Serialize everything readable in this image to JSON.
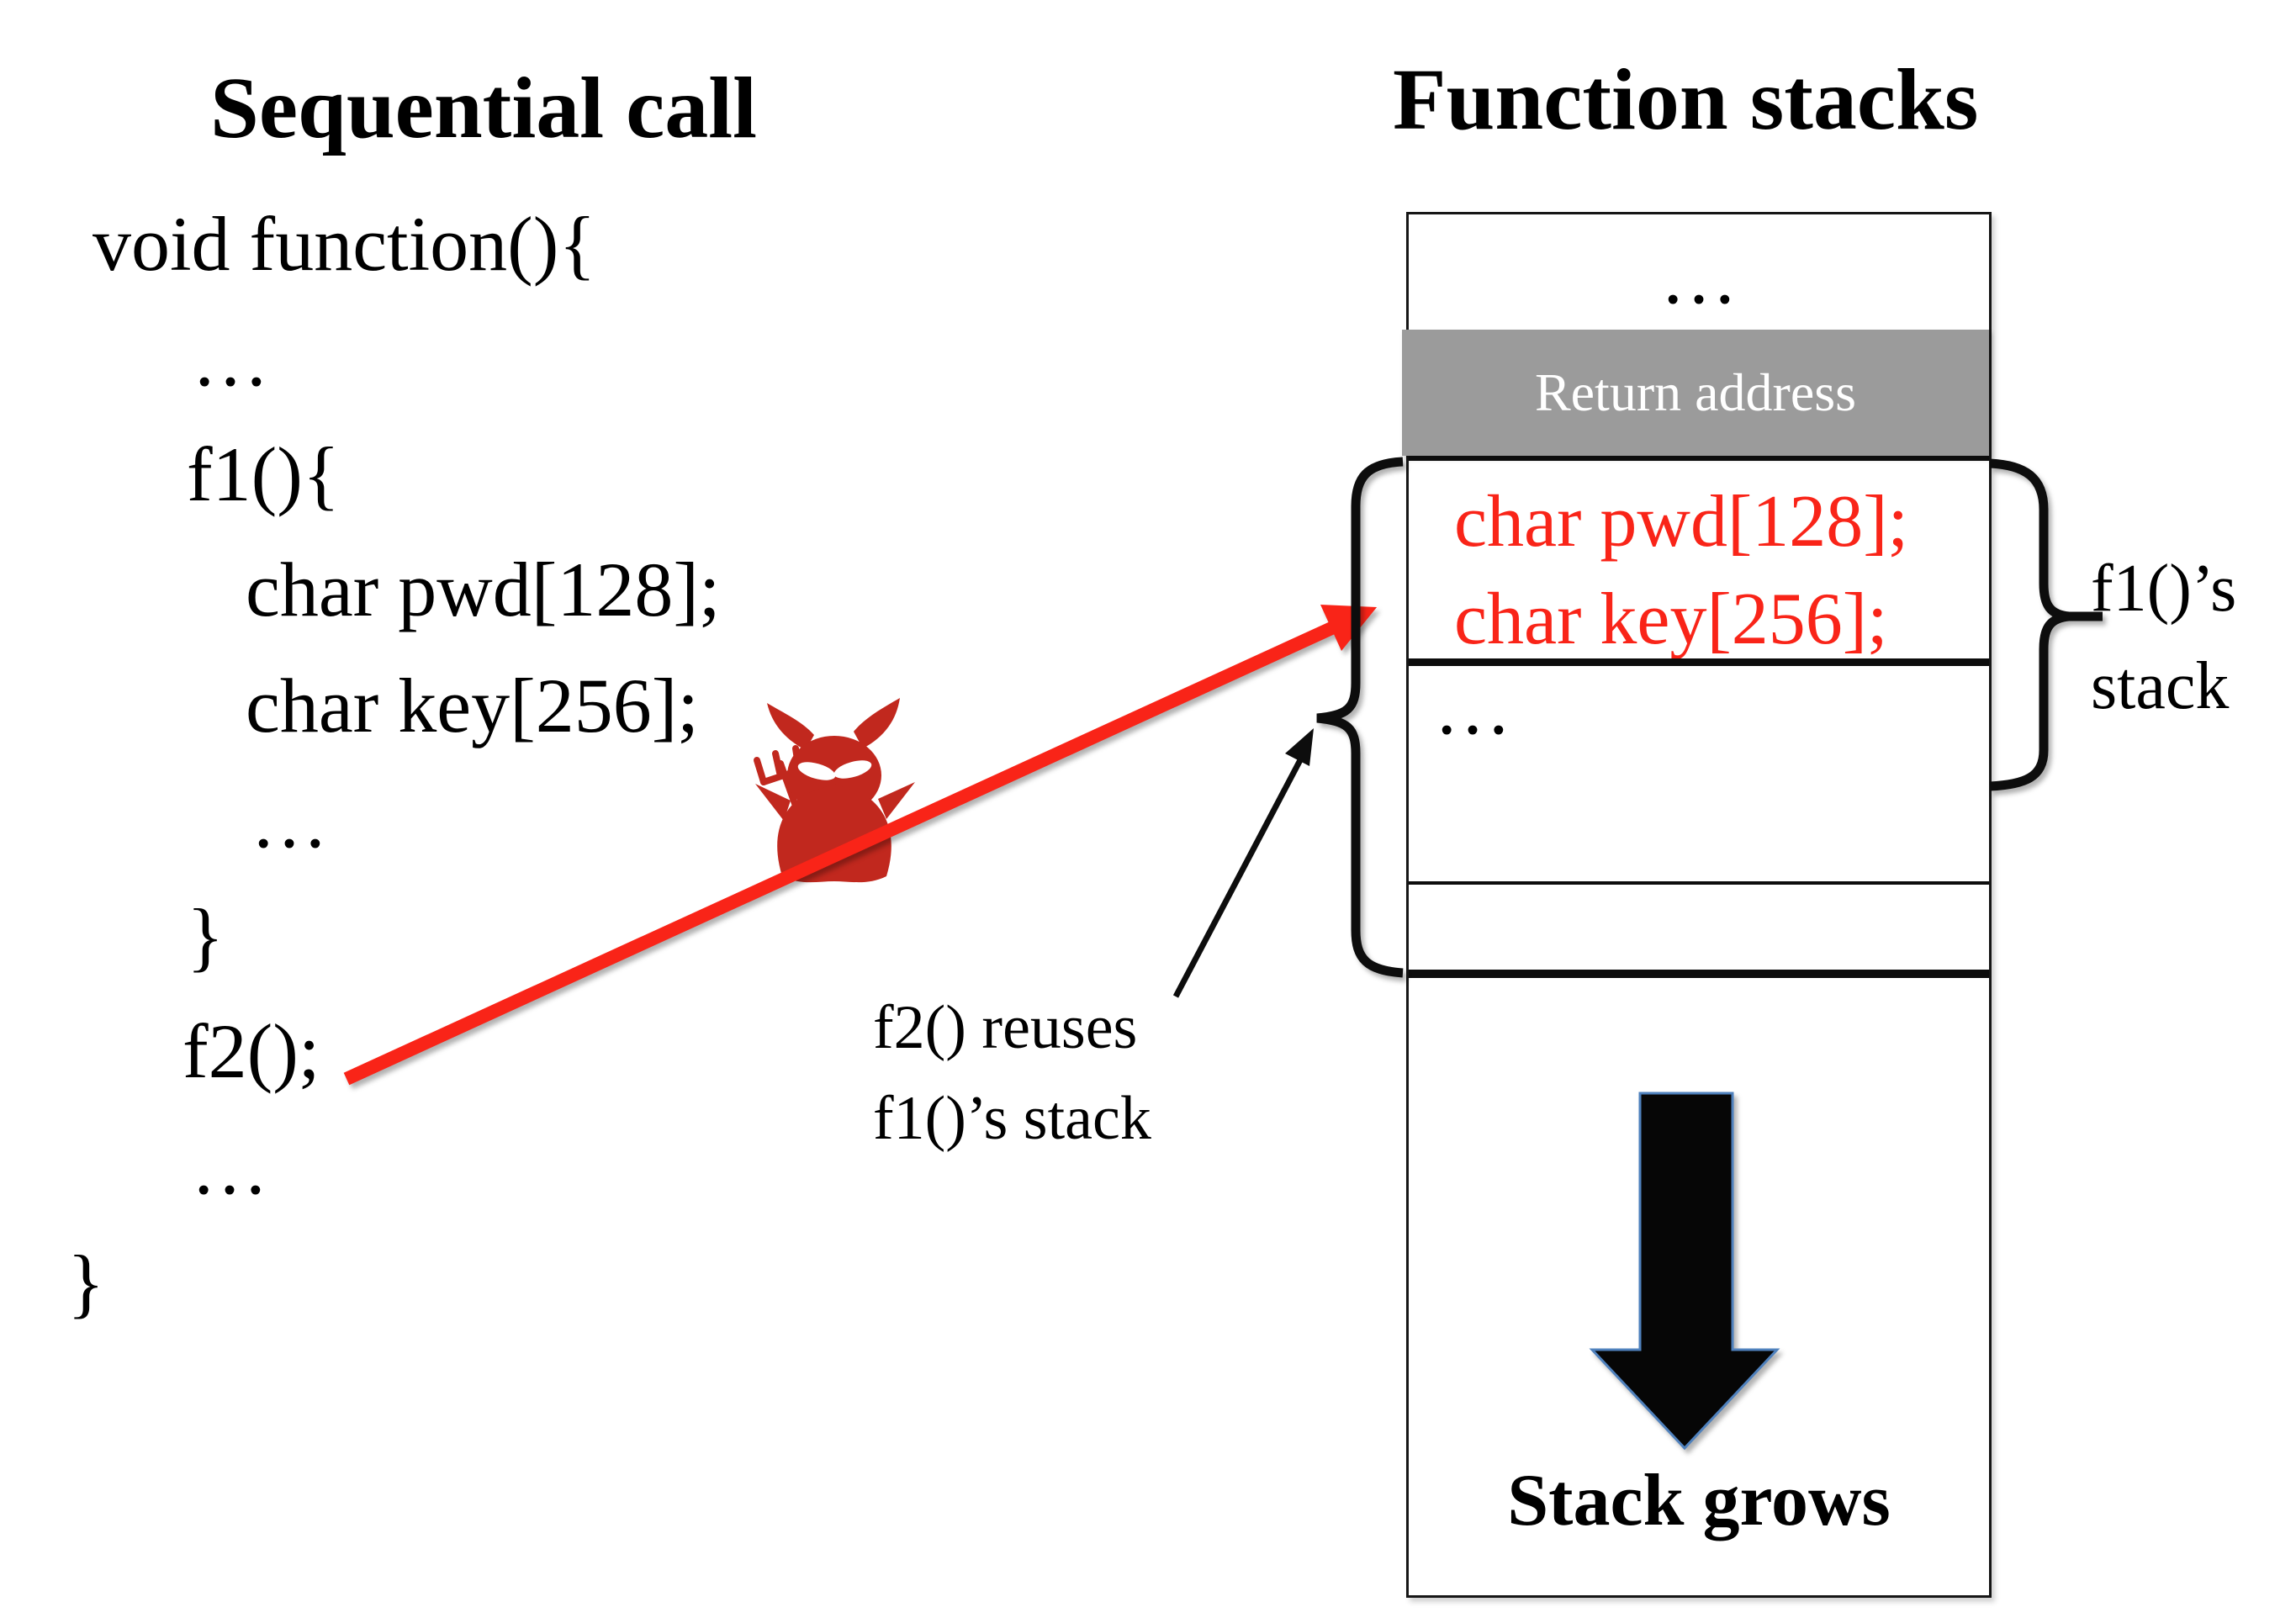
{
  "left_panel": {
    "title": "Sequential call",
    "code_lines": [
      "void function(){",
      "…",
      "f1(){",
      "char pwd[128];",
      "char key[256];",
      "…",
      "}",
      "f2();",
      "…",
      "}"
    ]
  },
  "stack_panel": {
    "title": "Function stacks",
    "top_ellipsis": "…",
    "return_address_label": "Return address",
    "buffer_lines": [
      "char pwd[128];",
      "char key[256];"
    ],
    "mid_ellipsis": "…",
    "stack_grows_label": "Stack grows",
    "f1_stack_label": [
      "f1()’s",
      "stack"
    ]
  },
  "annotations": {
    "reuse_label": [
      "f2() reuses",
      "f1()’s stack"
    ]
  },
  "icons": {
    "devil": "devil-icon",
    "red_arrow": "attack-arrow-icon",
    "annotation_arrow": "reuse-pointer-arrow-icon",
    "down_arrow": "stack-grows-arrow-icon",
    "left_brace": "left-brace-icon",
    "right_brace": "right-brace-icon"
  },
  "colors": {
    "highlight_red": "#f92418",
    "devil_red": "#c1281e",
    "gray_band": "#9b9b9b",
    "arrow_outline_blue": "#4f81bd",
    "ink": "#0d0d0d"
  }
}
